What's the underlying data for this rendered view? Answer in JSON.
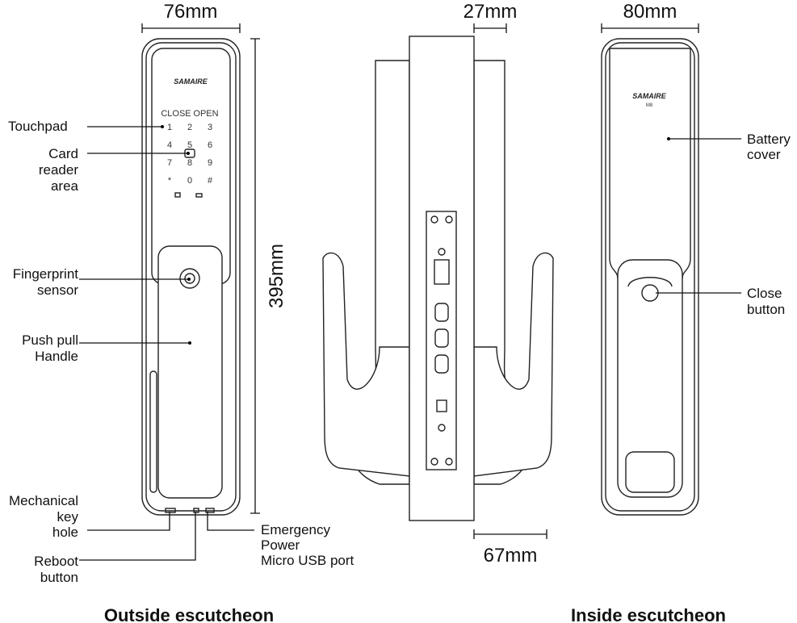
{
  "dimensions": {
    "outside_width": "76mm",
    "height": "395mm",
    "side_depth_top": "27mm",
    "side_depth_bottom": "67mm",
    "inside_width": "80mm"
  },
  "outside_labels": {
    "touchpad": "Touchpad",
    "card_reader": [
      "Card",
      "reader",
      "area"
    ],
    "fingerprint": [
      "Fingerprint",
      "sensor"
    ],
    "handle": [
      "Push pull",
      "Handle"
    ],
    "key_hole": [
      "Mechanical",
      "key",
      "hole"
    ],
    "reboot": [
      "Reboot",
      "button"
    ],
    "usb": [
      "Emergency",
      "Power",
      "Micro USB port"
    ]
  },
  "inside_labels": {
    "battery": [
      "Battery",
      "cover"
    ],
    "close": [
      "Close",
      "button"
    ]
  },
  "keypad": {
    "close": "CLOSE",
    "open": "OPEN",
    "keys": [
      "1",
      "2",
      "3",
      "4",
      "5",
      "6",
      "7",
      "8",
      "9",
      "*",
      "0",
      "#"
    ]
  },
  "brand": {
    "logo": "SAMAIRE",
    "model": "M8"
  },
  "titles": {
    "outside": "Outside escutcheon",
    "inside": "Inside escutcheon"
  }
}
